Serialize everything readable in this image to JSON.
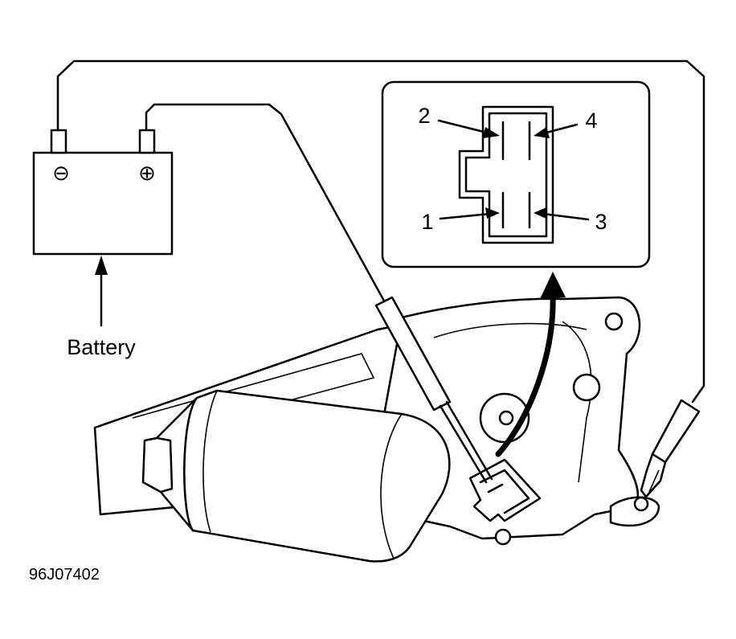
{
  "labels": {
    "battery": "Battery",
    "figure_code": "96J07402",
    "battery_negative_symbol": "⊖",
    "battery_positive_symbol": "⊕"
  },
  "connector_pins": [
    {
      "pin": "1"
    },
    {
      "pin": "2"
    },
    {
      "pin": "3"
    },
    {
      "pin": "4"
    }
  ],
  "colors": {
    "line": "#000000",
    "background": "#ffffff"
  }
}
